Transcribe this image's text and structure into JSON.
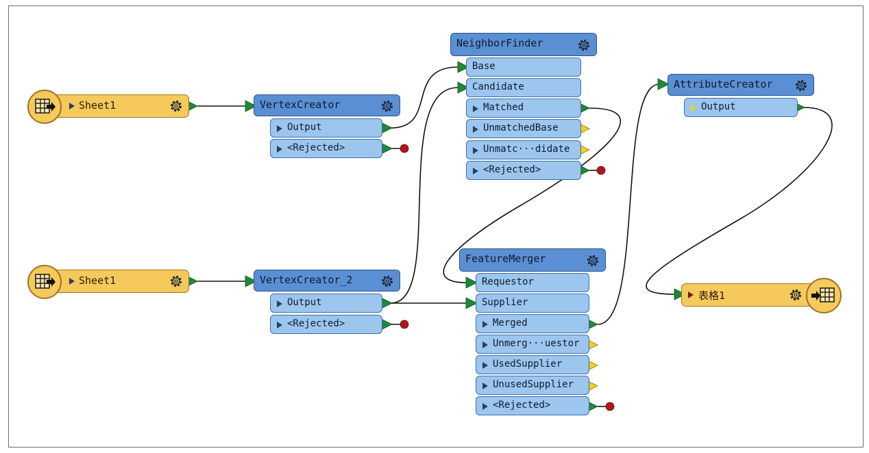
{
  "readers": [
    {
      "label": "Sheet1",
      "icon": "table-reader-icon"
    },
    {
      "label": "Sheet1",
      "icon": "table-reader-icon"
    }
  ],
  "vertex_creator": {
    "title": "VertexCreator",
    "ports": [
      "Output",
      "<Rejected>"
    ]
  },
  "vertex_creator_2": {
    "title": "VertexCreator_2",
    "ports": [
      "Output",
      "<Rejected>"
    ]
  },
  "neighbor_finder": {
    "title": "NeighborFinder",
    "inputs": [
      "Base",
      "Candidate"
    ],
    "outputs": [
      "Matched",
      "UnmatchedBase",
      "Unmatc···didate",
      "<Rejected>"
    ]
  },
  "feature_merger": {
    "title": "FeatureMerger",
    "inputs": [
      "Requestor",
      "Supplier"
    ],
    "outputs": [
      "Merged",
      "Unmerg···uestor",
      "UsedSupplier",
      "UnusedSupplier",
      "<Rejected>"
    ]
  },
  "attribute_creator": {
    "title": "AttributeCreator",
    "ports": [
      "Output"
    ]
  },
  "writer": {
    "label": "表格1",
    "icon": "table-writer-icon"
  },
  "colors": {
    "transformer_header": "#5b8fd3",
    "port_fill": "#9cc6ee",
    "reader_fill": "#f6c95c",
    "connection_arrow": "#1f8a36",
    "unconnected_port": "#f0d21c",
    "rejected_dot": "#b01818"
  }
}
